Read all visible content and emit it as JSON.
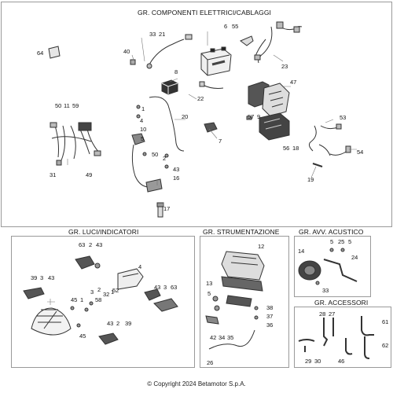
{
  "copyright": "© Copyright 2024 Betamotor S.p.A.",
  "panels": {
    "electrical": {
      "title": "GR. COMPONENTI ELETTRICI/CABLAGGI",
      "labels": [
        "33",
        "21",
        "6",
        "55",
        "40",
        "64",
        "8",
        "23",
        "22",
        "47",
        "50",
        "11",
        "59",
        "57",
        "9",
        "20",
        "53",
        "10",
        "7",
        "56",
        "18",
        "50",
        "54",
        "31",
        "49",
        "43",
        "16",
        "19",
        "17",
        "1",
        "4",
        "5",
        "2"
      ]
    },
    "lights": {
      "title": "GR. LUCI/INDICATORI",
      "labels": [
        "63",
        "2",
        "43",
        "4",
        "39",
        "3",
        "43",
        "1",
        "43",
        "3",
        "63",
        "32",
        "52",
        "45",
        "1",
        "58",
        "3",
        "2",
        "45",
        "43",
        "2",
        "39"
      ]
    },
    "instruments": {
      "title": "GR. STRUMENTAZIONE",
      "labels": [
        "12",
        "13",
        "5",
        "38",
        "37",
        "36",
        "42",
        "34",
        "35",
        "26"
      ]
    },
    "horn": {
      "title": "GR. AVV. ACUSTICO",
      "labels": [
        "14",
        "5",
        "25",
        "5",
        "24",
        "33"
      ]
    },
    "accessories": {
      "title": "GR. ACCESSORI",
      "labels": [
        "28",
        "27",
        "61",
        "62",
        "29",
        "30",
        "46"
      ]
    }
  }
}
